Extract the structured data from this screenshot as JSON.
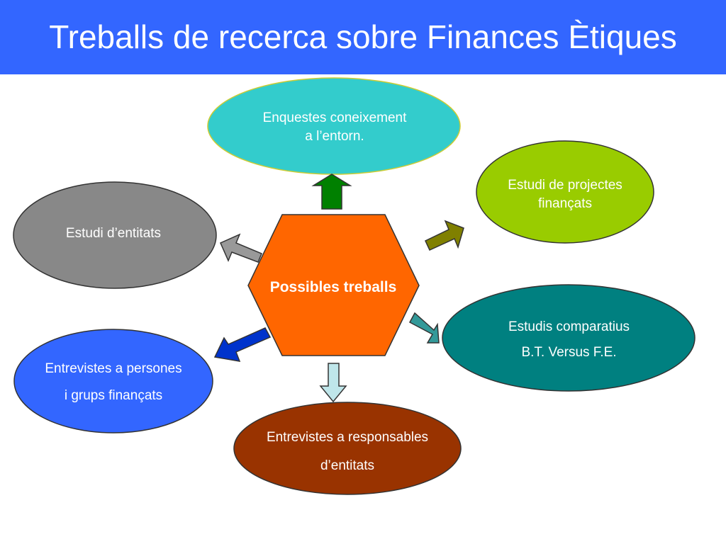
{
  "title": "Treballs de recerca sobre Finances Ètiques",
  "colors": {
    "title_bar": "#3366ff",
    "center": "#ff6600",
    "top": "#33cccc",
    "left": "#888888",
    "right": "#99cc00",
    "center_right": "#008080",
    "bottom_left": "#3366ff",
    "bottom": "#993300",
    "arrow_top": "#008000",
    "arrow_left": "#999999",
    "arrow_right": "#808000",
    "arrow_center_right": "#339999",
    "arrow_bottom_left": "#0033cc",
    "arrow_bottom": "#bfe6ea"
  },
  "center": {
    "label": "Possibles treballs"
  },
  "nodes": {
    "top": {
      "line1": "Enquestes coneixement",
      "line2": "a l’entorn."
    },
    "left": {
      "line1": "Estudi d’entitats"
    },
    "right": {
      "line1": "Estudi de projectes",
      "line2": "finançats"
    },
    "center_right": {
      "line1": "Estudis comparatius",
      "line2": "B.T. Versus F.E."
    },
    "bottom_left": {
      "line1": "Entrevistes a persones",
      "line2": "i grups finançats"
    },
    "bottom": {
      "line1": "Entrevistes a responsables",
      "line2": "d’entitats"
    }
  }
}
